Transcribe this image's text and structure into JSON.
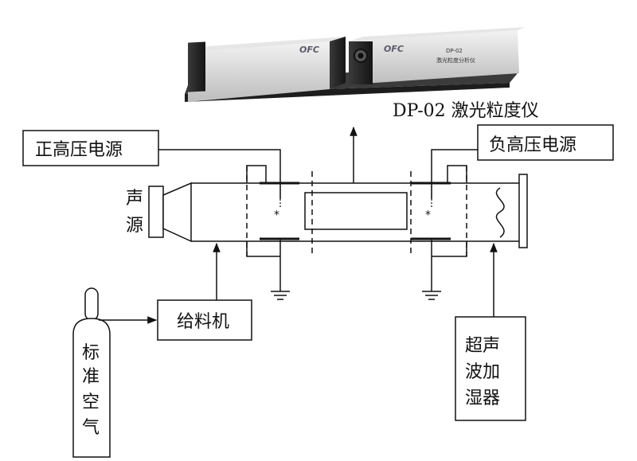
{
  "instrument": {
    "caption": "DP-02 激光粒度仪",
    "logo_left": "OFC",
    "logo_right": "OFC",
    "panel_model": "DP-02",
    "panel_name": "激光粒度分析仪"
  },
  "labels": {
    "positive_hv": "正高压电源",
    "negative_hv": "负高压电源",
    "sound_source": [
      "声",
      "源"
    ],
    "feeder": "给料机",
    "standard_air": [
      "标",
      "准",
      "空",
      "气"
    ],
    "humidifier": [
      "超声",
      "波加",
      "湿器"
    ]
  },
  "colors": {
    "line": "#111111",
    "device_body": "#cfcfcf",
    "device_dark": "#2a2a2a"
  }
}
